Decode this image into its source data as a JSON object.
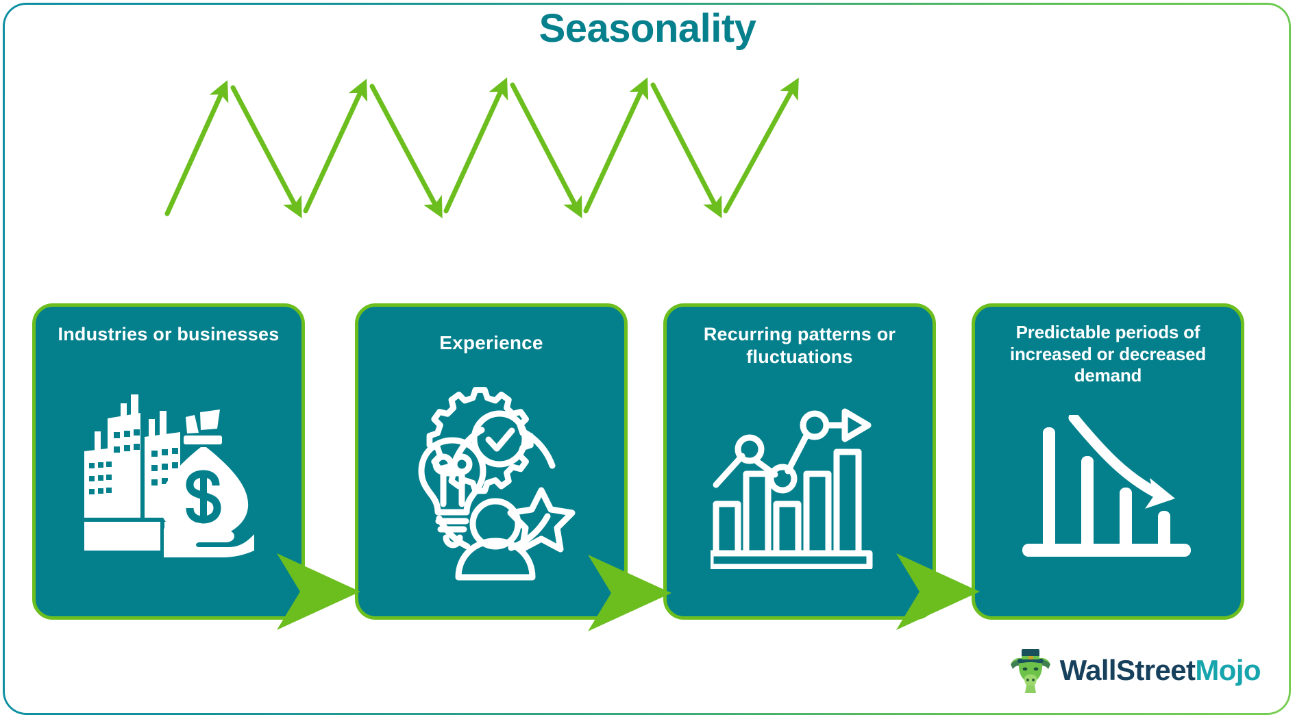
{
  "page": {
    "title": "Seasonality",
    "title_color": "#06808c",
    "background": "#ffffff",
    "frame_gradient_from": "#0c8ea3",
    "frame_gradient_to": "#77ce53"
  },
  "wave": {
    "name": "seasonal-zigzag-arrows",
    "stroke_color": "#6cbe1f",
    "up_arrow_count": 5,
    "down_arrow_count": 4,
    "description": "Alternating up and down arrows forming a repeating sawtooth seasonality wave"
  },
  "colors": {
    "teal_card": "#04808c",
    "green_accent": "#6cbe1f",
    "white": "#ffffff",
    "logo_dark": "#17405c",
    "logo_teal": "#16a4ad"
  },
  "cards": [
    {
      "id": "industries-or-businesses",
      "title": "Industries or businesses",
      "icon": "buildings-and-money-bag-icon",
      "bg": "#04808c",
      "border": "#6cbe1f"
    },
    {
      "id": "experience",
      "title": "Experience",
      "icon": "lightbulb-gear-star-person-icon",
      "bg": "#04808c",
      "border": "#6cbe1f"
    },
    {
      "id": "recurring-patterns-or-fluctuations",
      "title": "Recurring patterns or fluctuations",
      "icon": "bar-chart-rising-line-arrow-icon",
      "bg": "#04808c",
      "border": "#6cbe1f"
    },
    {
      "id": "predictable-periods-of-demand",
      "title": "Predictable periods of increased or decreased demand",
      "icon": "declining-bar-chart-down-arrow-icon",
      "bg": "#04808c",
      "border": "#6cbe1f"
    }
  ],
  "connectors": [
    {
      "id": "connector-1-2",
      "icon": "chevron-right-arrow",
      "color": "#6cbe1f"
    },
    {
      "id": "connector-2-3",
      "icon": "chevron-right-arrow",
      "color": "#6cbe1f"
    },
    {
      "id": "connector-3-4",
      "icon": "chevron-right-arrow",
      "color": "#6cbe1f"
    }
  ],
  "logo": {
    "icon": "bull-with-top-hat-icon",
    "text_part_one": "WallStreet",
    "text_part_two": "Mojo"
  }
}
